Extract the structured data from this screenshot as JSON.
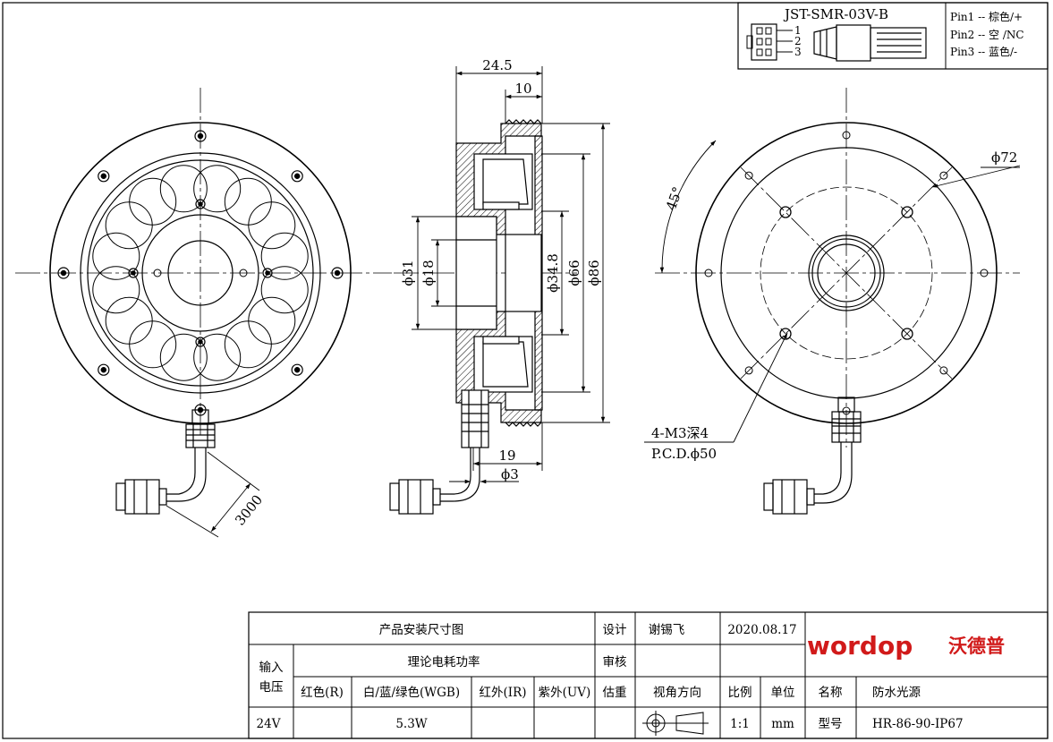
{
  "connector": {
    "model": "JST-SMR-03V-B",
    "pin_numbers": [
      "1",
      "2",
      "3"
    ],
    "pins": [
      "Pin1 -- 棕色/+",
      "Pin2 -- 空 /NC",
      "Pin3 -- 蓝色/-"
    ]
  },
  "dimensions": {
    "depth": "24.5",
    "front": "10",
    "d31": "ϕ31",
    "d18": "ϕ18",
    "d34": "ϕ34.8",
    "d66": "ϕ66",
    "d86": "ϕ86",
    "base": "19",
    "d3": "ϕ3",
    "cable": "3000",
    "angle": "45°",
    "d72": "ϕ72",
    "holes": "4-M3深4",
    "pcd": "P.C.D.ϕ50"
  },
  "title_block": {
    "title": "产品安装尺寸图",
    "design_label": "设计",
    "designer": "谢锡飞",
    "date": "2020.08.17",
    "review_label": "审核",
    "input_voltage_label_1": "输入",
    "input_voltage_label_2": "电压",
    "power_label": "理论电耗功率",
    "estimate_label": "估重",
    "col_red": "红色(R)",
    "col_rgb": "白/蓝/绿色(WGB)",
    "col_ir": "红外(IR)",
    "col_uv": "紫外(UV)",
    "view_label": "视角方向",
    "scale_label": "比例",
    "unit_label": "单位",
    "name_label": "名称",
    "name_value": "防水光源",
    "voltage": "24V",
    "power": "5.3W",
    "scale": "1:1",
    "unit": "mm",
    "model_label": "型号",
    "model_value": "HR-86-90-IP67",
    "logo_text": "wordop",
    "logo_cn": "沃德普",
    "logo_color": "#d11a1a"
  }
}
